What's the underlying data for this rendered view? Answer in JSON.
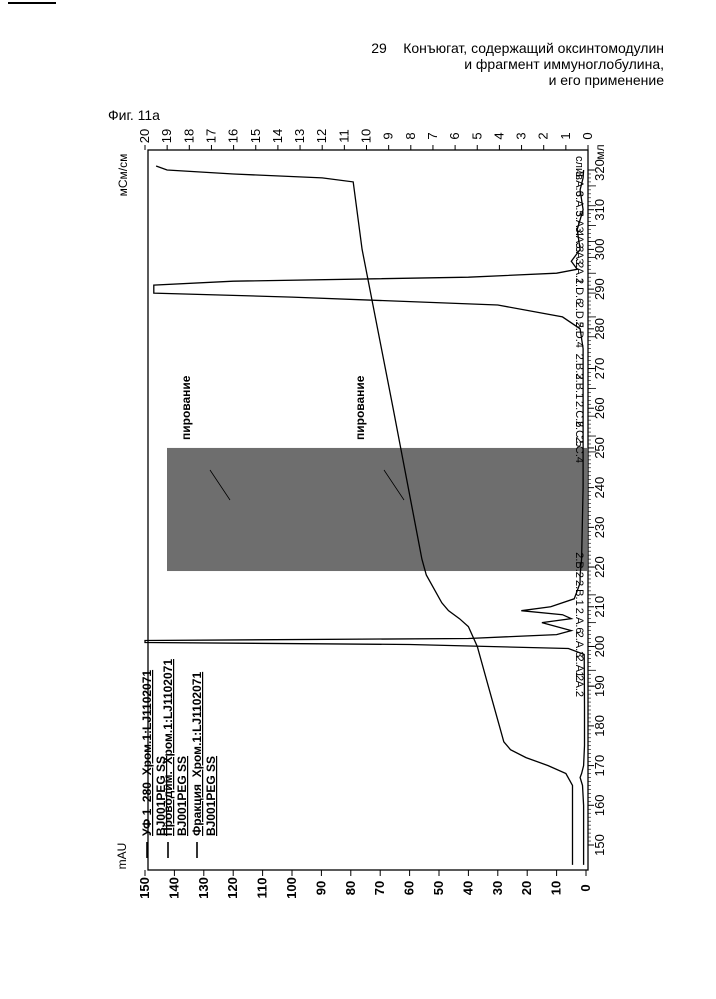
{
  "header": {
    "page_number": "29",
    "title_lines": [
      "Конъюгат, содержащий оксинтомодулин",
      "и фрагмент иммуноглобулина,",
      "и его применение"
    ]
  },
  "figure_label": "Фиг. 11а",
  "colors": {
    "ink": "#000000",
    "shade": "#555555",
    "paper": "#ffffff"
  },
  "chart_data": {
    "type": "line",
    "orientation": "rotated-90",
    "xlabel": "мл",
    "x_ticks": [
      150,
      160,
      170,
      180,
      190,
      200,
      210,
      220,
      230,
      240,
      250,
      260,
      270,
      280,
      290,
      300,
      310,
      320
    ],
    "xlim": [
      145,
      322
    ],
    "y_left": {
      "unit": "mAU",
      "ticks": [
        0,
        10,
        20,
        30,
        40,
        50,
        60,
        70,
        80,
        90,
        100,
        110,
        120,
        130,
        140,
        150
      ],
      "lim": [
        0,
        150
      ]
    },
    "y_right": {
      "unit": "мСм/см",
      "ticks": [
        0,
        1,
        2,
        3,
        4,
        5,
        6,
        7,
        8,
        9,
        10,
        11,
        12,
        13,
        14,
        15,
        16,
        17,
        18,
        19,
        20
      ],
      "lim": [
        0,
        20
      ]
    },
    "legend": [
      {
        "line1": "УФ 1_280_Хром.1:LJ1102071",
        "line2": "BJ001PEG SS"
      },
      {
        "line1": "Проводим._Хром.1:LJ1102071",
        "line2": "BJ001PEG SS"
      },
      {
        "line1": "Фракция_Хром.1:LJ1102071",
        "line2": "BJ001PEG SS"
      }
    ],
    "series": [
      {
        "name": "УФ 1_280_Хром.1:LJ1102071",
        "x": [
          145,
          160,
          165,
          167,
          168,
          170,
          175,
          185,
          198,
          199.5,
          200.5,
          201,
          201.5,
          202,
          203,
          204,
          206,
          207,
          208,
          209,
          210,
          212,
          214,
          216,
          218,
          222,
          240,
          260,
          275,
          280,
          283,
          286,
          288,
          289,
          290,
          291,
          292,
          293,
          294,
          295,
          297,
          300,
          305,
          310,
          315,
          318,
          320
        ],
        "y": [
          0.8,
          0.8,
          1.2,
          2,
          1.5,
          0.8,
          0.5,
          0.5,
          0.6,
          6,
          60,
          150,
          150,
          40,
          10,
          5,
          15,
          5,
          8,
          22,
          12,
          4,
          3,
          2,
          2,
          1.5,
          1,
          1,
          1,
          2,
          8,
          30,
          100,
          147,
          147,
          147,
          120,
          40,
          10,
          3,
          5,
          2,
          3,
          1,
          2,
          1,
          0.8
        ]
      },
      {
        "name": "Проводим._Хром.1:LJ1102071",
        "x": [
          145,
          165,
          168,
          170,
          172,
          174,
          176,
          180,
          190,
          200,
          205,
          207,
          209,
          211,
          214,
          218,
          222,
          260,
          300,
          317,
          318,
          319,
          320,
          321
        ],
        "y_right": [
          0.7,
          0.7,
          1.0,
          1.8,
          2.8,
          3.5,
          3.8,
          4.0,
          4.5,
          5.0,
          5.4,
          5.8,
          6.3,
          6.6,
          6.9,
          7.3,
          7.5,
          8.8,
          10.2,
          10.6,
          12,
          16,
          19,
          19.5
        ]
      }
    ],
    "fractions": [
      "1.А.2",
      "2.А.2",
      "2.А.3",
      "2.А.6",
      "2.В.1",
      "2.В.2",
      "2.С.4",
      "2.С.5",
      "2.С.6",
      "2.В.1",
      "2.В.3",
      "2.D.4",
      "2.D.5",
      "2.D.6",
      "3.А.1",
      "3.А.2",
      "3.А.3",
      "3.А.4",
      "3.А.5",
      "3.А.6",
      "слив"
    ],
    "annotations": [
      "пирование",
      "пирование"
    ],
    "grid": false
  }
}
